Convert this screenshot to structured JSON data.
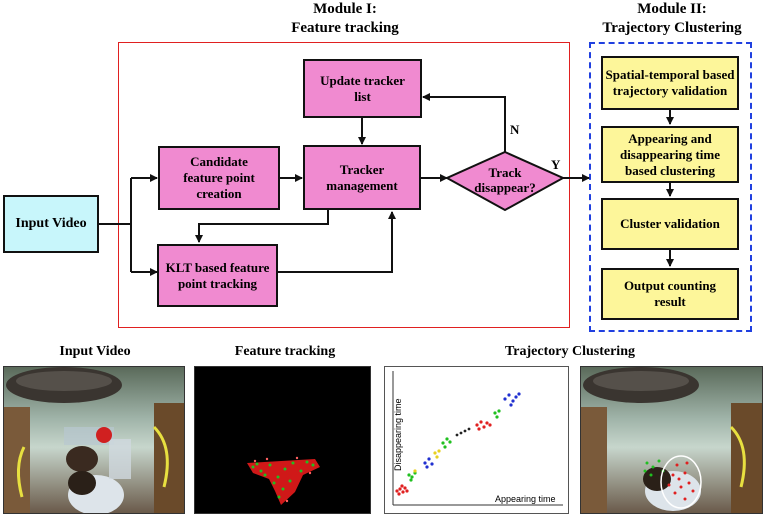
{
  "module1": {
    "line1": "Module I:",
    "line2": "Feature tracking"
  },
  "module2": {
    "line1": "Module II:",
    "line2": "Trajectory Clustering"
  },
  "input_video": "Input Video",
  "boxes": {
    "update": "Update tracker list",
    "candidate": "Candidate feature point creation",
    "manager": "Tracker management",
    "klt": "KLT based feature point tracking",
    "decision": "Track disappear?"
  },
  "edge_labels": {
    "no": "N",
    "yes": "Y"
  },
  "module2_steps": [
    "Spatial-temporal based trajectory validation",
    "Appearing and disappearing time based clustering",
    "Cluster validation",
    "Output counting result"
  ],
  "captions": {
    "input": "Input Video",
    "feature": "Feature tracking",
    "clustering": "Trajectory Clustering"
  },
  "plot": {
    "ylabel": "Disappearing time",
    "xlabel": "Appearing time"
  },
  "colors": {
    "pink": "#f08ad0",
    "yellow": "#fdf69a",
    "cyan": "#c8f6fb",
    "red_frame": "#e02020",
    "blue_frame": "#2040e0"
  }
}
